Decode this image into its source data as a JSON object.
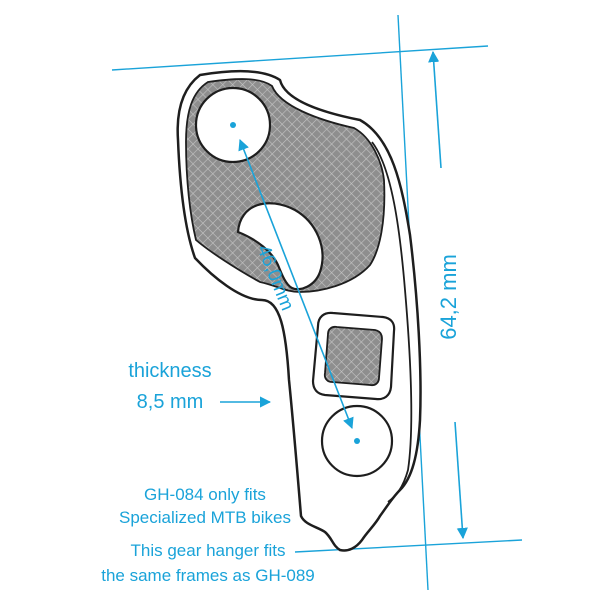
{
  "dimensions": {
    "height": "64,2 mm",
    "hole_distance": "46,0mm",
    "thickness_label": "thickness",
    "thickness_value": "8,5 mm"
  },
  "notes": {
    "fit_line_1": "GH-084 only fits",
    "fit_line_2": "Specialized MTB bikes",
    "same_frames_line_1": "This gear hanger fits",
    "same_frames_line_2": "the same frames as GH-089"
  },
  "colors": {
    "accent": "#1aa3d9",
    "outline": "#1e1e1e",
    "plate_fill": "#8e8e8e"
  }
}
